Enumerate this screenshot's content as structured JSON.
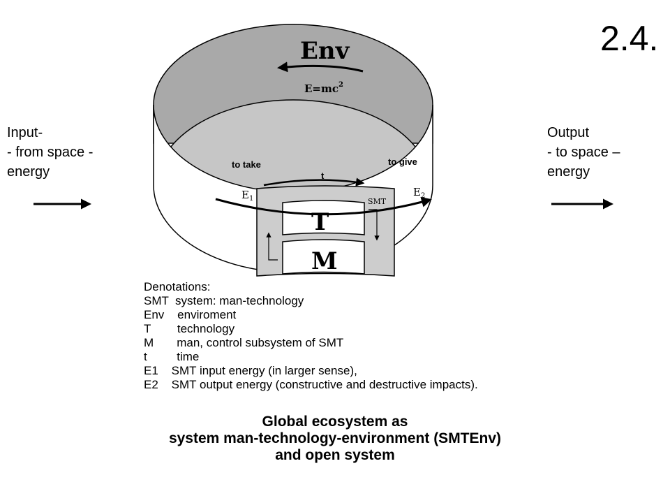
{
  "slide_number": "2.4.",
  "input": {
    "lines": [
      "Input-",
      "- from space -",
      "energy"
    ]
  },
  "output": {
    "lines": [
      "Output",
      "- to space –",
      "energy"
    ]
  },
  "diagram": {
    "env_label": "Env",
    "formula": "E=mc",
    "formula_exponent": "2",
    "to_take": "to take",
    "to_give": "to give",
    "time_label": "t",
    "e1_label": "E",
    "e1_sub": "1",
    "e2_label": "E",
    "e2_sub": "2",
    "smt_label": "SMT",
    "t_label": "T",
    "m_label": "M"
  },
  "denotations": {
    "title": "Denotations:",
    "items": [
      "SMT  system: man-technology",
      "Env    enviroment",
      "T        technology",
      "M       man, control subsystem of SMT",
      "t         time",
      "E1    SMT input energy (in larger sense),",
      "E2    SMT output energy (constructive and destructive impacts)."
    ]
  },
  "caption": {
    "lines": [
      "Global ecosystem as",
      "system man-technology-environment (SMTEnv)",
      "and open system"
    ]
  },
  "colors": {
    "ring_outer": "#a9a9a9",
    "ring_inner": "#c6c6c6",
    "smt_box": "#cdcdcd",
    "line": "#000000"
  }
}
